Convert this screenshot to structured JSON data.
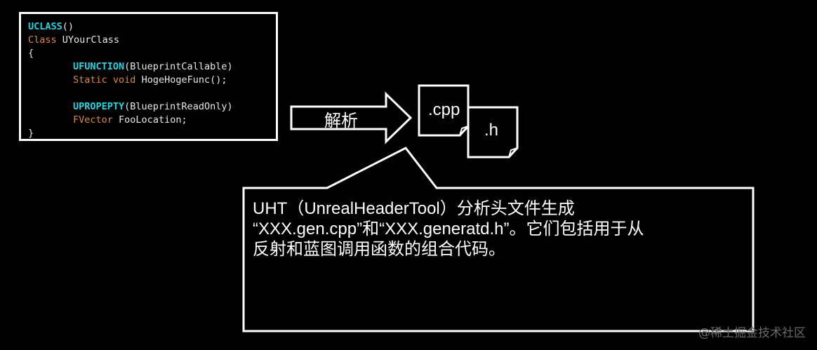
{
  "code": {
    "uclass_macro": "UCLASS",
    "uclass_args": "()",
    "class_keyword": "Class",
    "class_name": "UYourClass",
    "open_brace": "{",
    "ufunction_macro": "UFUNCTION",
    "ufunction_args": "(BlueprintCallable)",
    "static_keyword": "Static",
    "void_keyword": "void",
    "func_name": "HogeHogeFunc();",
    "uproperty_macro": "UPROPEPTY",
    "uproperty_args": "(BlueprintReadOnly)",
    "type_name": "FVector",
    "var_name": "FooLocation;",
    "close_brace": "}"
  },
  "arrow": {
    "label": "解析"
  },
  "files": {
    "cpp": ".cpp",
    "h": ".h"
  },
  "callout": {
    "line1": "UHT（UnrealHeaderTool）分析头文件生成",
    "line2": "“XXX.gen.cpp”和“XXX.generatd.h”。它们包括用于从",
    "line3": "反射和蓝图调用函数的组合代码。"
  },
  "watermark": "@稀土掘金技术社区",
  "colors": {
    "background": "#000000",
    "macro": "#1fd6e0",
    "keyword": "#d98a3a",
    "text": "#e8e8e8"
  }
}
